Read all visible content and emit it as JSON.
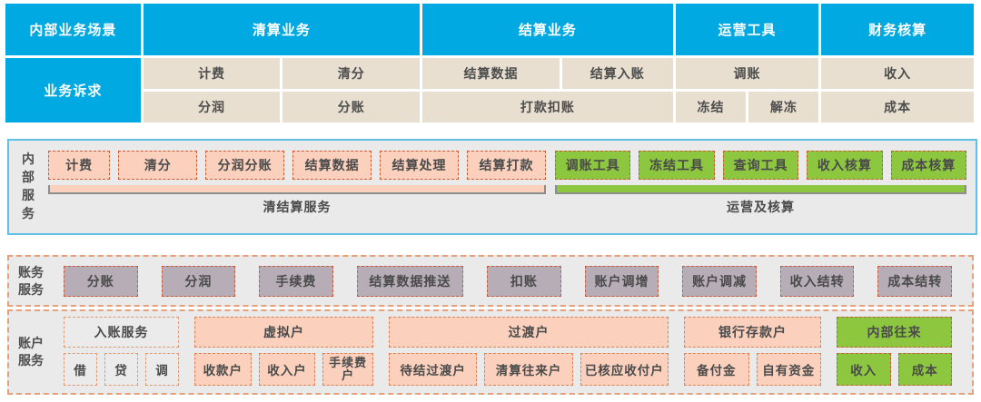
{
  "top": {
    "headers": [
      "内部业务场景",
      "清算业务",
      "结算业务",
      "运营工具",
      "财务核算"
    ],
    "row_label": "业务诉求",
    "row1": [
      "计费",
      "清分",
      "结算数据",
      "结算入账",
      "调账",
      "收入"
    ],
    "row2": [
      "分润",
      "分账",
      "打款扣账",
      "冻结",
      "解冻",
      "成本"
    ]
  },
  "inner": {
    "label": "内部服务",
    "pink_boxes": [
      "计费",
      "清分",
      "分润分账",
      "结算数据",
      "结算处理",
      "结算打款"
    ],
    "green_boxes": [
      "调账工具",
      "冻结工具",
      "查询工具",
      "收入核算",
      "成本核算"
    ],
    "pink_brace_label": "清结算服务",
    "green_brace_label": "运营及核算"
  },
  "ledger": {
    "label": "账务服务",
    "boxes": [
      "分账",
      "分润",
      "手续费",
      "结算数据推送",
      "扣账",
      "账户调增",
      "账户调减",
      "收入结转",
      "成本结转"
    ]
  },
  "account": {
    "label": "账户服务",
    "groups": [
      {
        "header": "入账服务",
        "items": [
          "借",
          "贷",
          "调"
        ]
      },
      {
        "header": "虚拟户",
        "items": [
          "收款户",
          "收入户",
          "手续费户"
        ]
      },
      {
        "header": "过渡户",
        "items": [
          "待结过渡户",
          "清算往来户",
          "已核应收付户"
        ]
      },
      {
        "header": "银行存款户",
        "items": [
          "备付金",
          "自有资金"
        ]
      },
      {
        "header": "内部往来",
        "items": [
          "收入",
          "成本"
        ]
      }
    ]
  },
  "colors": {
    "header_blue": "#00a9e1",
    "cell_tan": "#e8dfd0",
    "section_gray": "#eaeaea",
    "box_pink": "#fbd1be",
    "box_green": "#8dc63f",
    "box_gray": "#b7adb7",
    "dashed_border_red": "#ce5b31",
    "section_border_blue": "#5fc0e8",
    "section_border_dashed": "#e5a07c"
  }
}
